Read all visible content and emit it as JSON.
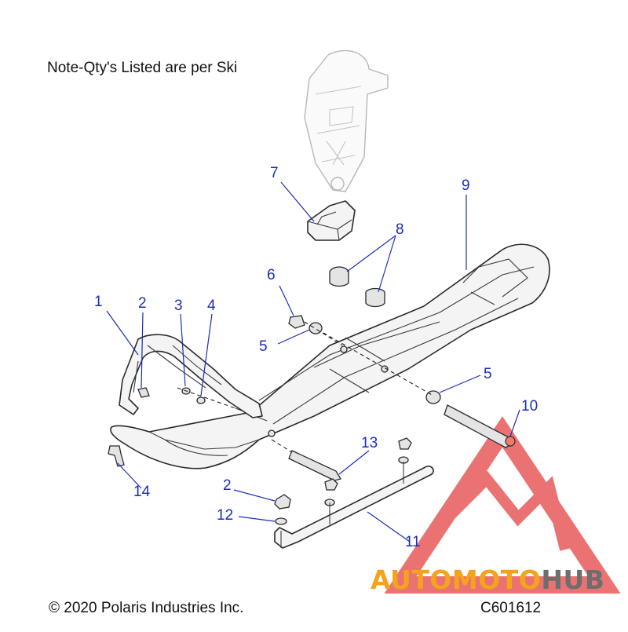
{
  "note": "Note-Qty's Listed are per Ski",
  "copyright": "© 2020 Polaris Industries Inc.",
  "diagram_code": "C601612",
  "callouts": [
    "1",
    "2",
    "3",
    "4",
    "5",
    "6",
    "7",
    "8",
    "9",
    "10",
    "11",
    "12",
    "13",
    "14"
  ],
  "logo": {
    "word_part1": "AUTO",
    "word_part2": "MOTO",
    "word_part3": "HUB",
    "colors": {
      "triangle": "#e85a5a",
      "orange": "#f2a51c",
      "gray": "#6e6e6e"
    }
  },
  "colors": {
    "callout_blue": "#1a2fb8"
  }
}
